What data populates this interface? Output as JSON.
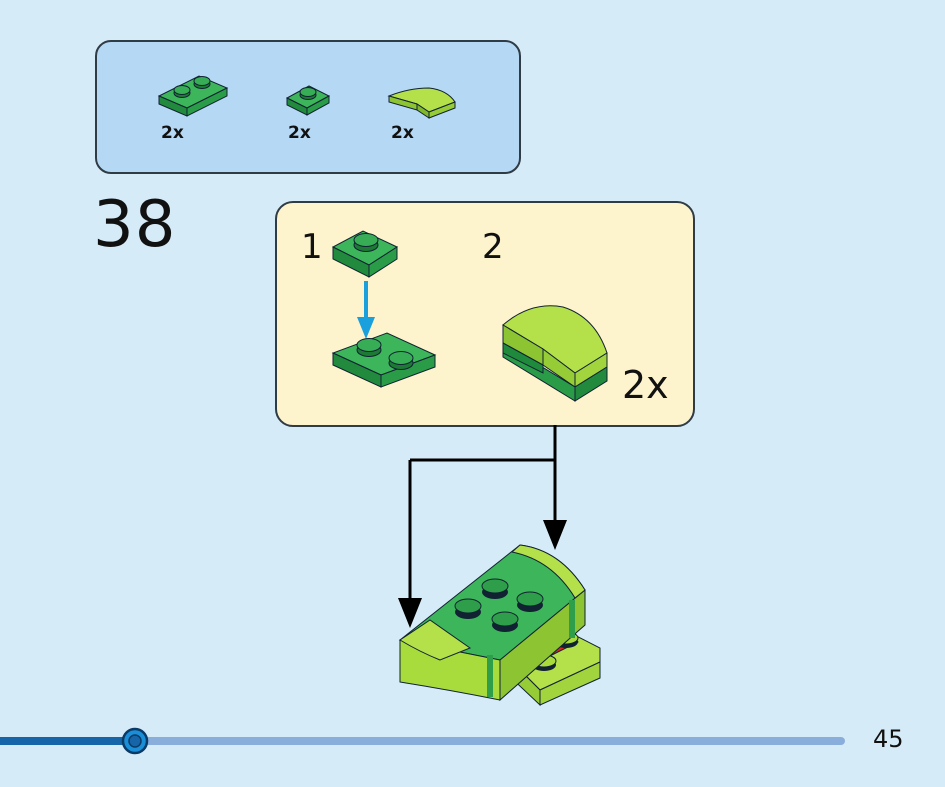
{
  "parts_list": {
    "items": [
      {
        "icon": "green-plate-1x2-icon",
        "count": "2x"
      },
      {
        "icon": "green-plate-1x1-icon",
        "count": "2x"
      },
      {
        "icon": "lime-curved-slope-icon",
        "count": "2x"
      }
    ]
  },
  "step": {
    "number": "38"
  },
  "sub_assembly": {
    "step1_label": "1",
    "step2_label": "2",
    "multiplier": "2x"
  },
  "progress": {
    "fraction": 0.16
  },
  "page": {
    "number": "45"
  },
  "colors": {
    "background": "#d6ebf8",
    "parts_box": "#b5d8f4",
    "sub_box": "#fdf3cc",
    "brick_green": "#2e9e4a",
    "brick_lime": "#a8dc3c",
    "brick_red": "#d8241c",
    "arrow_blue": "#1aa0dc",
    "progress_done": "#1565a8",
    "progress_track": "#8aaedc"
  }
}
